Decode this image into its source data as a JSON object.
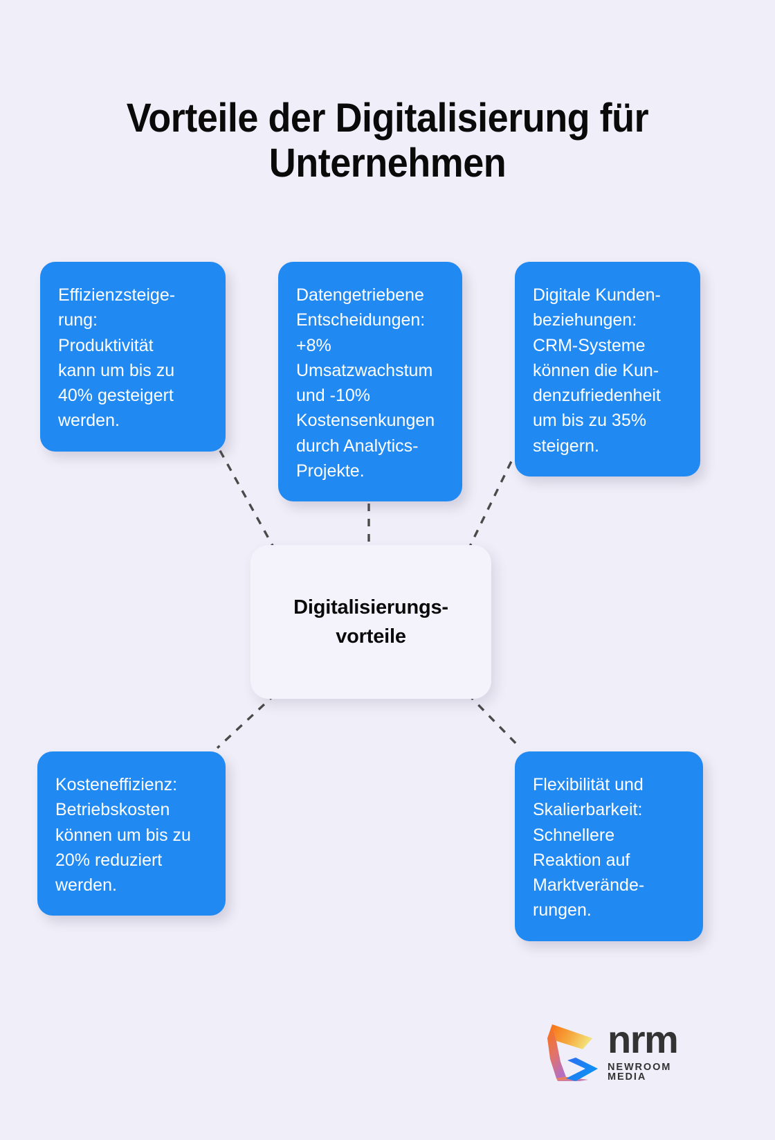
{
  "page": {
    "title": "Vorteile der Digitalisierung für Unternehmen",
    "background_color": "#f0eef8"
  },
  "center": {
    "label": "Digitalisierungs-\nvorteile",
    "background_color": "#f4f2fb",
    "text_color": "#0a0a0a"
  },
  "style": {
    "card_color": "#2089f2",
    "card_text_color": "#ffffff",
    "connector_color": "#4a4a4a"
  },
  "cards": [
    {
      "id": "effizienzsteigerung",
      "text": "Effizienzsteige-\nrung:\nProduktivität\nkann um bis zu\n40% gesteigert\nwerden.",
      "position": "top-left"
    },
    {
      "id": "datengetriebene-entscheidungen",
      "text": "Datengetriebene\nEntscheidungen:\n+8%\nUmsatzwachstum\nund -10%\nKostensenkungen\ndurch Analytics-\nProjekte.",
      "position": "top-center"
    },
    {
      "id": "digitale-kundenbeziehungen",
      "text": "Digitale Kunden-\nbeziehungen:\nCRM-Systeme\nkönnen die Kun-\ndenzufriedenheit\num bis zu 35%\nsteigern.",
      "position": "top-right"
    },
    {
      "id": "kosteneffizienz",
      "text": "Kosteneffizienz:\nBetriebskosten\nkönnen um bis zu\n20% reduziert\nwerden.",
      "position": "bottom-left"
    },
    {
      "id": "flexibilitaet-skalierbarkeit",
      "text": "Flexibilität und\nSkalierbarkeit:\nSchnellere\nReaktion auf\nMarktverände-\nrungen.",
      "position": "bottom-right"
    }
  ],
  "logo": {
    "wordmark": "nrm",
    "tagline": "NEWROOM MEDIA",
    "mark_colors": [
      "#f97316",
      "#f5d05a",
      "#d4607a",
      "#1a8cf5"
    ]
  }
}
